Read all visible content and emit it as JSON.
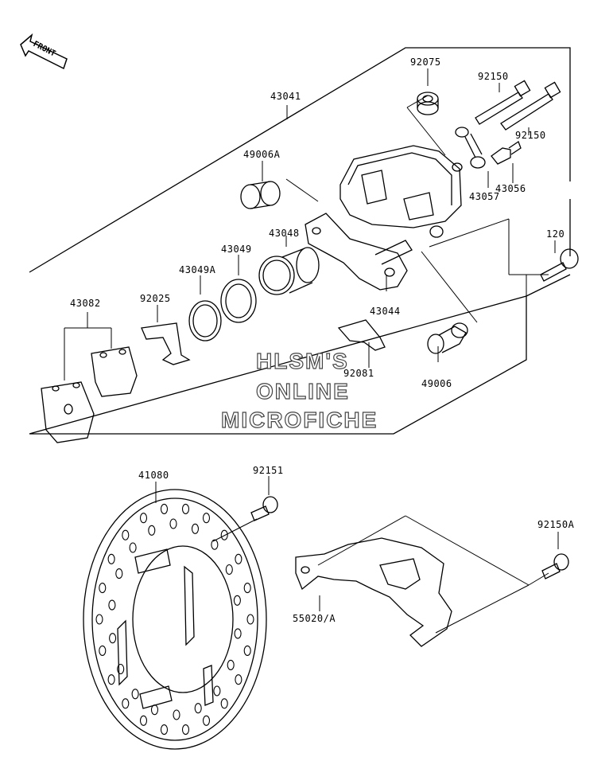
{
  "front_label": "FRONT",
  "parts": {
    "p43041": "43041",
    "p92075": "92075",
    "p92150_a": "92150",
    "p92150_b": "92150",
    "p49006A": "49006A",
    "p43057": "43057",
    "p43056": "43056",
    "p120": "120",
    "p43048": "43048",
    "p43049": "43049",
    "p43049A": "43049A",
    "p43082": "43082",
    "p92025": "92025",
    "p43044": "43044",
    "p92081": "92081",
    "p49006": "49006",
    "p41080": "41080",
    "p92151": "92151",
    "p92150A": "92150A",
    "p55020A": "55020/A"
  },
  "watermark": {
    "line1": "HLSM'S",
    "line2": "ONLINE",
    "line3": "MICROFICHE"
  }
}
